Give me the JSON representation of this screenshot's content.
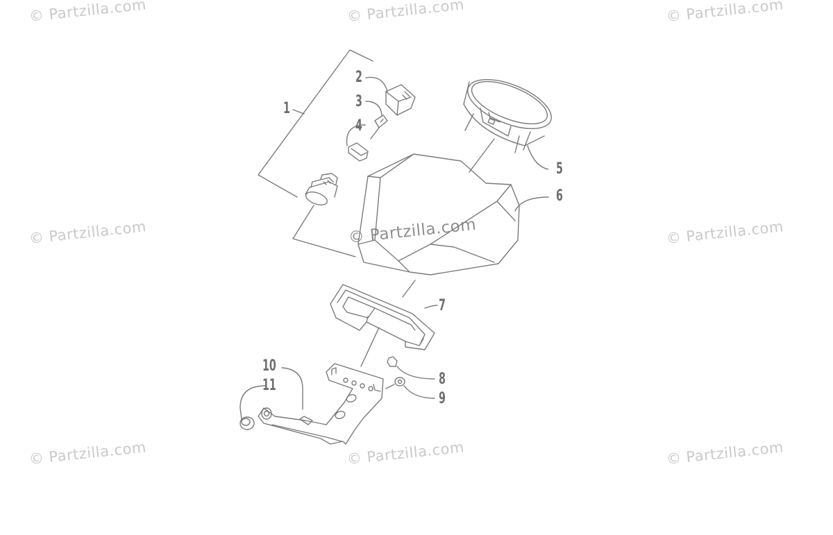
{
  "watermark": {
    "text": "© Partzilla.com"
  },
  "callouts": [
    {
      "id": "1",
      "label": "1"
    },
    {
      "id": "2",
      "label": "2"
    },
    {
      "id": "3",
      "label": "3"
    },
    {
      "id": "4",
      "label": "4"
    },
    {
      "id": "5",
      "label": "5"
    },
    {
      "id": "6",
      "label": "6"
    },
    {
      "id": "7",
      "label": "7"
    },
    {
      "id": "8",
      "label": "8"
    },
    {
      "id": "9",
      "label": "9"
    },
    {
      "id": "10",
      "label": "10"
    },
    {
      "id": "11",
      "label": "11"
    }
  ],
  "colors": {
    "line": "#7a7a7a",
    "part_fill": "#ffffff",
    "watermark": "#c9c9c9"
  }
}
